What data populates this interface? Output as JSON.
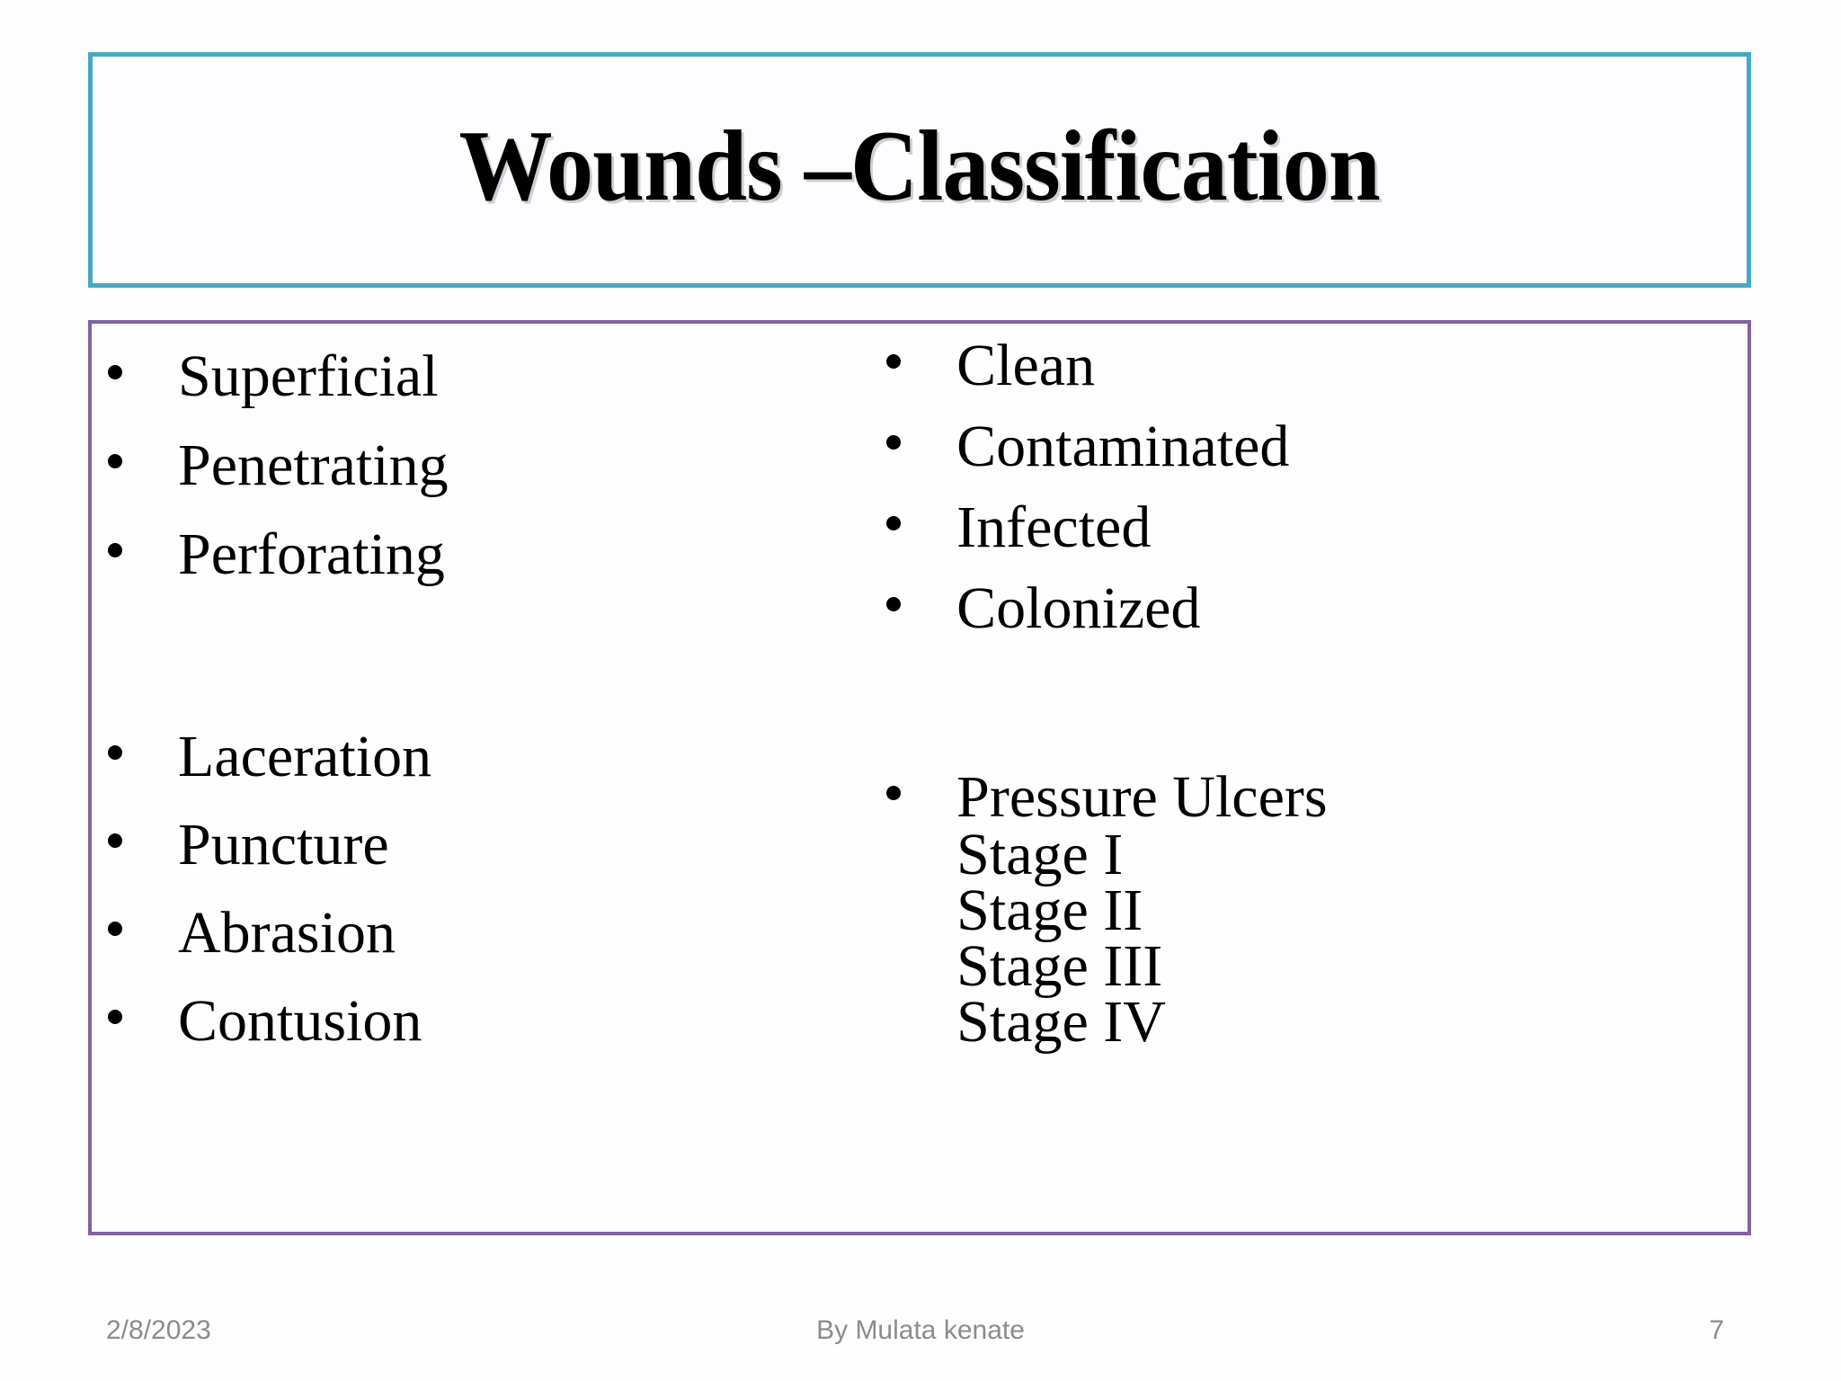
{
  "slide": {
    "title": "Wounds –Classification",
    "accent_title_border": "#45A8C4",
    "accent_content_border": "#8064A2",
    "background": "#FEFEFF"
  },
  "content": {
    "left_column": {
      "group_1": [
        "Superficial",
        "Penetrating",
        "Perforating"
      ],
      "group_2": [
        "Laceration",
        "Puncture",
        "Abrasion",
        "Contusion"
      ]
    },
    "right_column": {
      "group_1": [
        "Clean",
        "Contaminated",
        "Infected",
        "Colonized"
      ],
      "group_2": [
        "Pressure Ulcers"
      ],
      "stages": [
        "Stage I",
        "Stage II",
        "Stage III",
        "Stage IV"
      ]
    }
  },
  "footer": {
    "date": "2/8/2023",
    "author": "By Mulata kenate",
    "page_number": "7"
  }
}
